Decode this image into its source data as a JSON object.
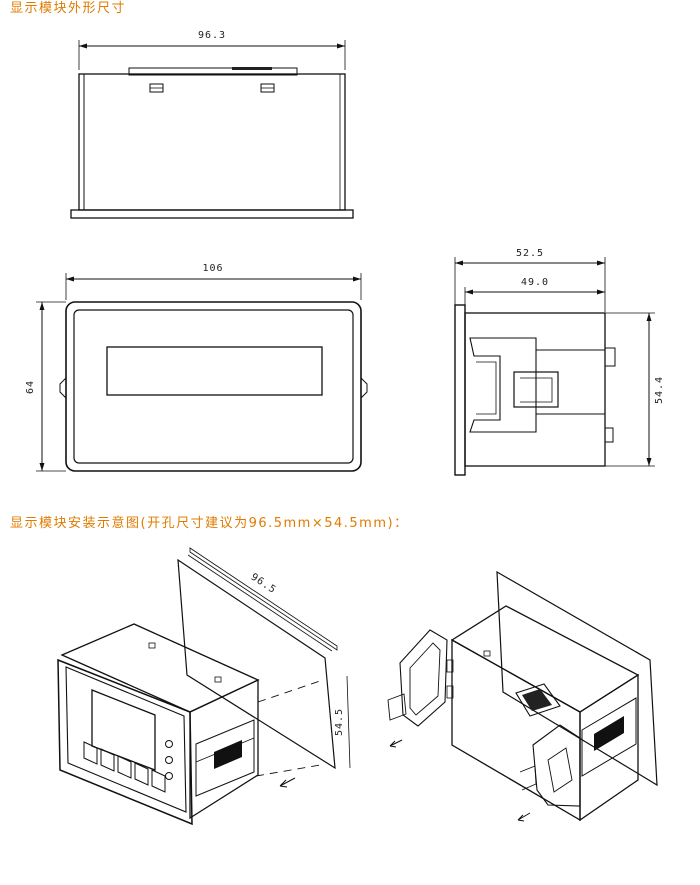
{
  "headings": {
    "outline": "显示模块外形尺寸",
    "install": "显示模块安装示意图(开孔尺寸建议为96.5mm×54.5mm)："
  },
  "dimensions": {
    "top_width": "96.3",
    "front_width": "106",
    "front_height": "64",
    "side_outer": "52.5",
    "side_inner": "49.0",
    "side_height": "54.4",
    "cutout_width": "96.5",
    "cutout_height": "54.5"
  },
  "colors": {
    "heading": "#e07b00",
    "line": "#111111"
  }
}
